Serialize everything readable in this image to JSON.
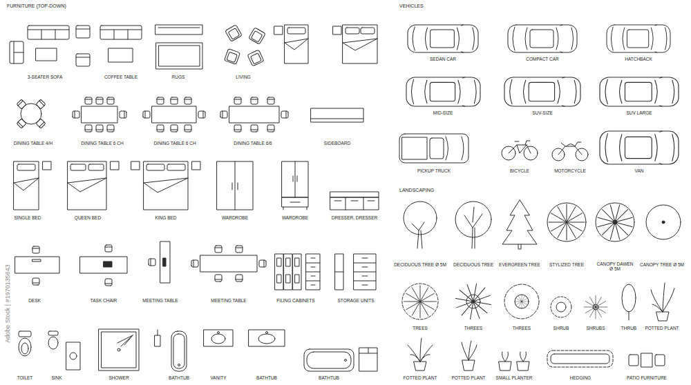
{
  "diagram": {
    "labels": [
      "FURNITURE (TOP-DOWN)",
      "3-SEATER SOFA",
      "COFFEE TABLE",
      "RUGS",
      "LIVING",
      "DINING TABLE 4/H",
      "DINING TABLE 6 CH",
      "DINING TABLE 6 CH",
      "DINING TABLE 6/6",
      "SIDEBOARD",
      "SINGLE BED",
      "QUEEN BED",
      "KING BED",
      "WARDROBE",
      "WARDROBE",
      "DRESSER, DRESSER",
      "DESK",
      "TASK CHAIR",
      "MEETING TABLE",
      "MEETING TABLE",
      "FILING CABINETS",
      "STORAGE UNITS",
      "TOILET",
      "SINK",
      "SHOWER",
      "BATHTUB",
      "VANITY",
      "BATHTUB",
      "BATHTUB",
      "VEHICLES",
      "SEDAN CAR",
      "COMPACT CAR",
      "HATCHBACK",
      "MID-SIZE",
      "SUV-SIZE",
      "SUV LARGE",
      "PICKUP TRUCK",
      "BICYCLE",
      "MOTORCYCLE",
      "VAN",
      "LANDSCAPING",
      "DECIDUOUS TREE Ø 5M",
      "DECIDUOUS TREE",
      "EVERGREEN TREE",
      "STYLIZED TREE",
      "CANOPY DAWEN Ø 5M",
      "CANOPY TREE Ø 5M",
      "TREES",
      "THREES",
      "THREES",
      "SHRUB",
      "SHRUBS",
      "THRUB",
      "POTTED PLANT",
      "FOTTED PLANT",
      "POTTED PLANT",
      "SMALL PLANTER",
      "HEDGING",
      "PATIO FURNITURE",
      "Adobe Stock | #1970135643"
    ]
  }
}
